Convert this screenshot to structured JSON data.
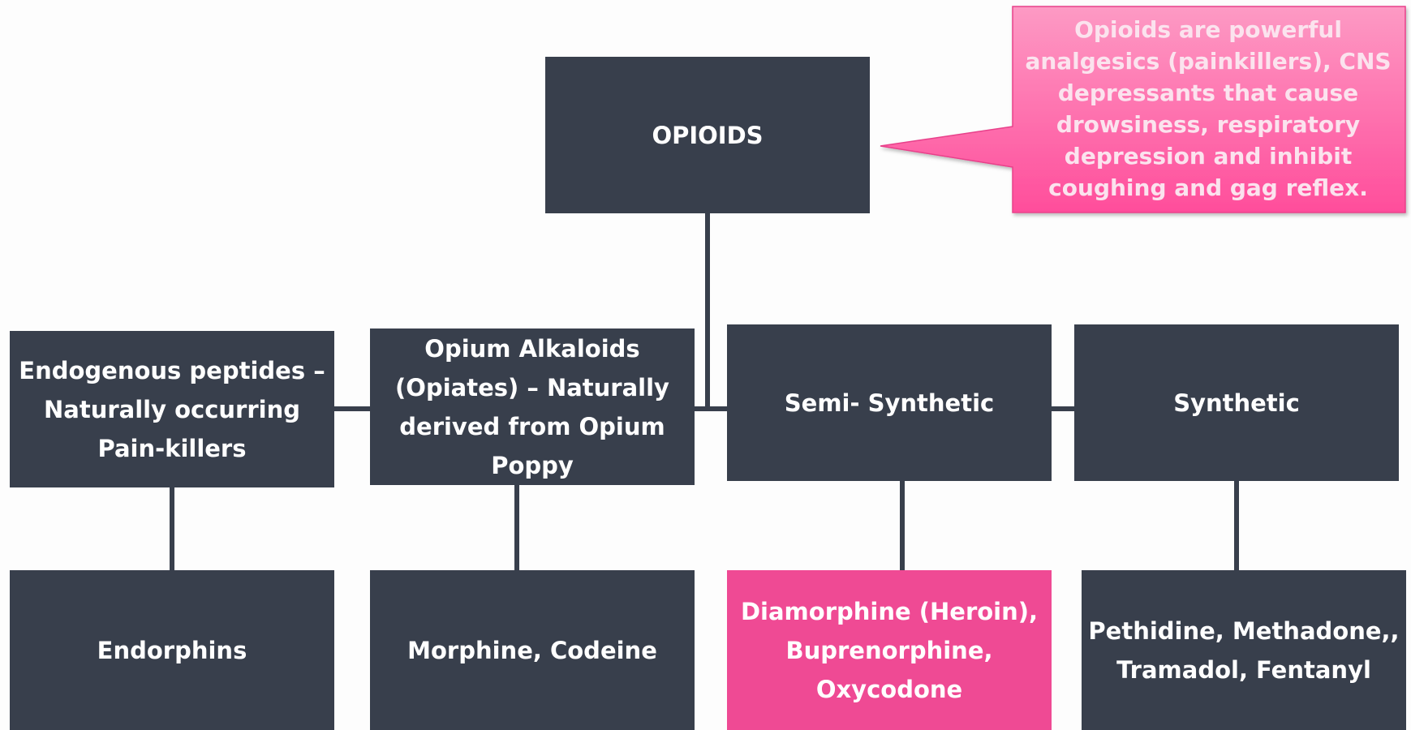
{
  "diagram": {
    "root": {
      "label": "OPIOIDS"
    },
    "callout": {
      "text": "Opioids are powerful analgesics (painkillers), CNS depressants that cause drowsiness, respiratory depression and inhibit coughing and gag reflex."
    },
    "categories": [
      {
        "label": "Endogenous peptides – Naturally occurring Pain-killers",
        "child": "Endorphins"
      },
      {
        "label": "Opium Alkaloids (Opiates) – Naturally derived from Opium Poppy",
        "child": "Morphine, Codeine"
      },
      {
        "label": "Semi- Synthetic",
        "child": "Diamorphine (Heroin), Buprenorphine, Oxycodone"
      },
      {
        "label": "Synthetic",
        "child": "Pethidine, Methadone,, Tramadol, Fentanyl"
      }
    ],
    "colors": {
      "box": "#383f4c",
      "highlight": "#ef4a94",
      "callout_top": "#fd9ac4",
      "callout_bottom": "#ff4d9b"
    }
  }
}
